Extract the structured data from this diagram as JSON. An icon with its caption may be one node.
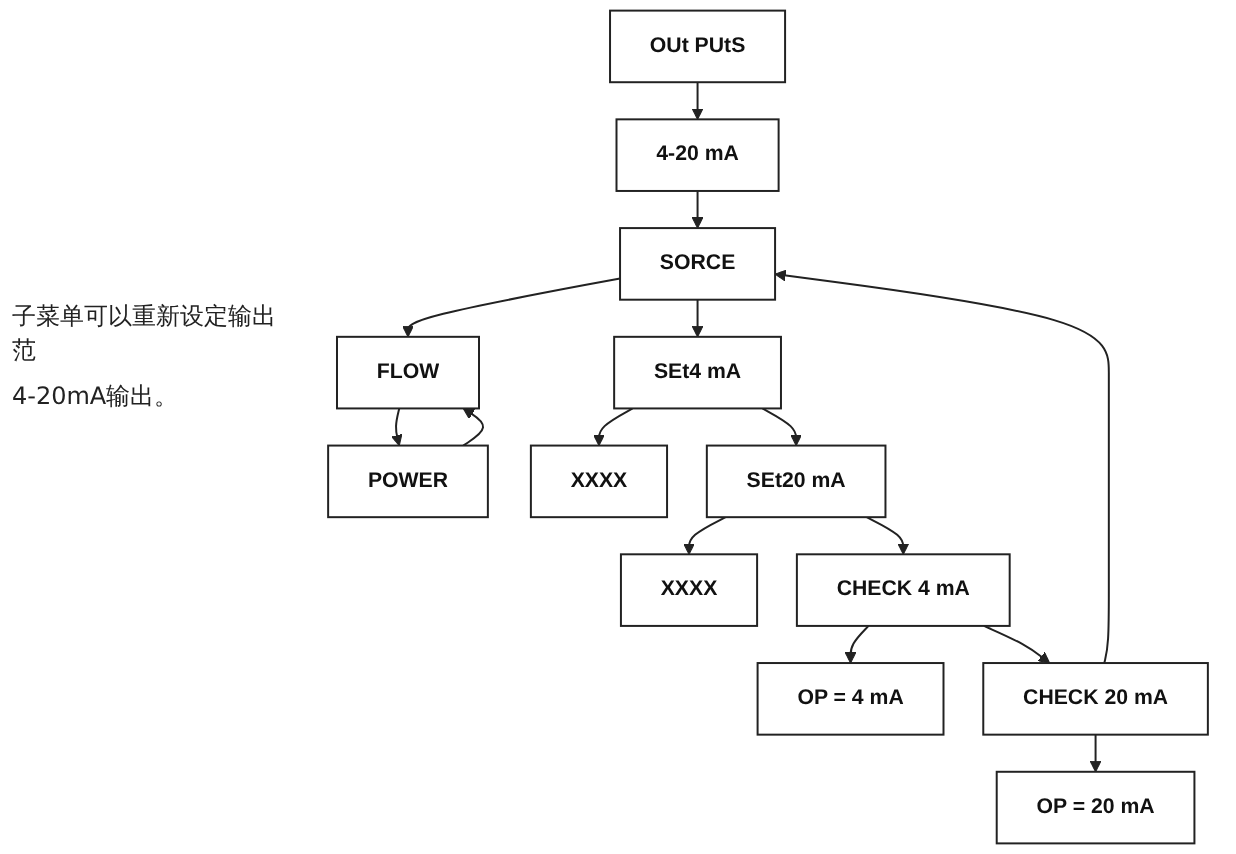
{
  "diagram": {
    "nodes": [
      {
        "text": [
          "OUt PUtS"
        ]
      },
      {
        "text": [
          "4-20 mA"
        ]
      },
      {
        "text": [
          "SORCE"
        ]
      },
      {
        "text": [
          "FLOW"
        ]
      },
      {
        "text": [
          "POWER"
        ]
      },
      {
        "text": [
          "SEt4 mA"
        ]
      },
      {
        "text": [
          "XXXX"
        ]
      },
      {
        "text": [
          "SEt20 mA"
        ]
      },
      {
        "text": [
          "XXXX"
        ]
      },
      {
        "text": [
          "CHECK 4 mA"
        ]
      },
      {
        "text": [
          "OP = 4 mA"
        ]
      },
      {
        "text": [
          "CHECK 20 mA"
        ]
      },
      {
        "text": [
          "OP = 20 mA"
        ]
      }
    ],
    "edges": [
      {
        "from": 0,
        "to": 1,
        "arrow": "to"
      },
      {
        "from": 1,
        "to": 2,
        "arrow": "to"
      },
      {
        "from": 2,
        "to": 3,
        "arrow": "to"
      },
      {
        "from": 3,
        "to": 4,
        "arrow": "to"
      },
      {
        "from": 4,
        "to": 3,
        "arrow": "to"
      },
      {
        "from": 2,
        "to": 5,
        "arrow": "to"
      },
      {
        "from": 5,
        "to": 6,
        "arrow": "to"
      },
      {
        "from": 5,
        "to": 7,
        "arrow": "to"
      },
      {
        "from": 7,
        "to": 8,
        "arrow": "to"
      },
      {
        "from": 7,
        "to": 9,
        "arrow": "to"
      },
      {
        "from": 9,
        "to": 10,
        "arrow": "to"
      },
      {
        "from": 9,
        "to": 11,
        "arrow": "to"
      },
      {
        "from": 11,
        "to": 12,
        "arrow": "to"
      },
      {
        "from": 11,
        "to": 2,
        "arrow": "to"
      }
    ],
    "labels": [
      "子菜单可以重新设定输出范",
      "4-20mA输出。"
    ]
  }
}
